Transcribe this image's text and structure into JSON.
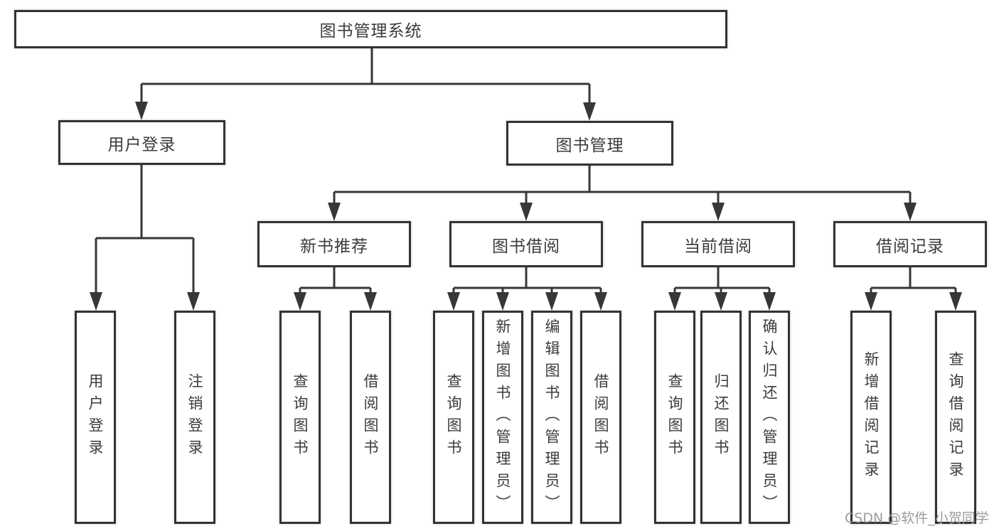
{
  "diagram": {
    "title": "图书管理系统",
    "level2": [
      {
        "label": "用户登录",
        "children": [
          {
            "label": "用户登录"
          },
          {
            "label": "注销登录"
          }
        ]
      },
      {
        "label": "图书管理",
        "children": [
          {
            "label": "新书推荐",
            "children": [
              {
                "label": "查询图书"
              },
              {
                "label": "借阅图书"
              }
            ]
          },
          {
            "label": "图书借阅",
            "children": [
              {
                "label": "查询图书"
              },
              {
                "label": "新增图书（管理员）"
              },
              {
                "label": "编辑图书（管理员）"
              },
              {
                "label": "借阅图书"
              }
            ]
          },
          {
            "label": "当前借阅",
            "children": [
              {
                "label": "查询图书"
              },
              {
                "label": "归还图书"
              },
              {
                "label": "确认归还（管理员）"
              }
            ]
          },
          {
            "label": "借阅记录",
            "children": [
              {
                "label": "新增借阅记录"
              },
              {
                "label": "查询借阅记录"
              }
            ]
          }
        ]
      }
    ]
  },
  "watermark": {
    "text": "CSDN @软件_小贺同学"
  },
  "colors": {
    "line": "#373737",
    "border": "#333333",
    "text": "#3b3b3b",
    "watermark": "#9b9b9b",
    "background": "#ffffff"
  }
}
